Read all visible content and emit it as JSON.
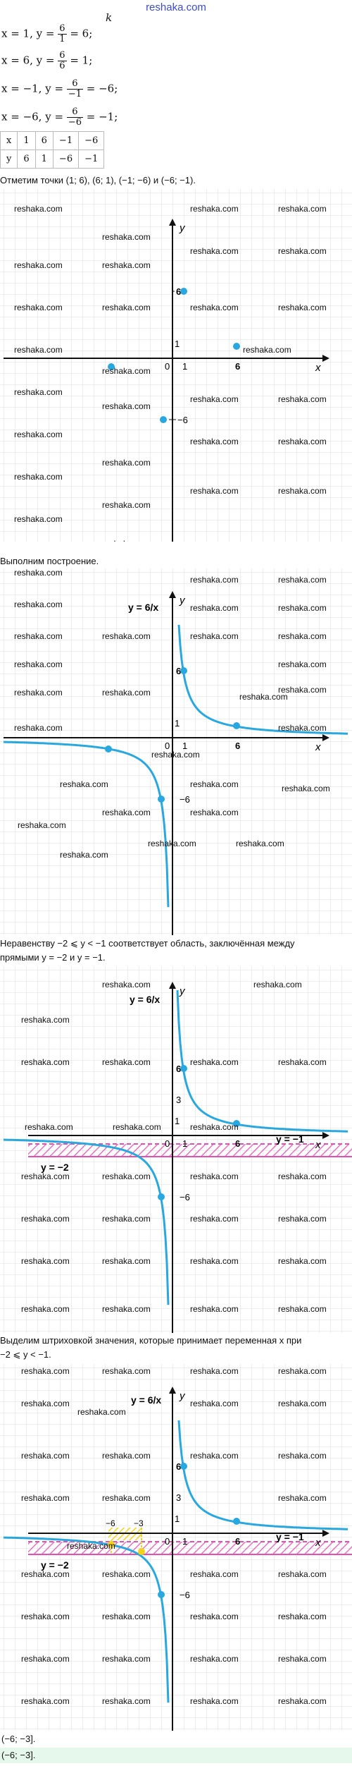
{
  "site": "reshaka.com",
  "watermark": "reshaka.com",
  "top_k": "k",
  "equations": [
    {
      "lhs": "x = 1, y =",
      "num": "6",
      "den": "1",
      "rhs": "= 6;"
    },
    {
      "lhs": "x = 6, y =",
      "num": "6",
      "den": "6",
      "rhs": "= 1;"
    },
    {
      "lhs": "x = −1, y =",
      "num": "6",
      "den": "−1",
      "rhs": "= −6;"
    },
    {
      "lhs": "x = −6, y =",
      "num": "6",
      "den": "−6",
      "rhs": "= −1;"
    }
  ],
  "table": {
    "row_x": [
      "x",
      "1",
      "6",
      "−1",
      "−6"
    ],
    "row_y": [
      "y",
      "6",
      "1",
      "−6",
      "−1"
    ]
  },
  "text_points": "Отметим точки (1; 6), (6; 1), (−1; −6) и (−6; −1).",
  "text_build": "Выполним построение.",
  "text_ineq_1": "Неравенству −2 ⩽ y < −1 соответствует область, заключённая между",
  "text_ineq_2": "прямыми y = −2 и y = −1.",
  "text_hatch_1": "Выделим штриховкой значения, которые принимает переменная x при",
  "text_hatch_2": "−2 ⩽ y < −1.",
  "answer_1": "(−6; −3].",
  "answer_2": "(−6; −3].",
  "graph_labels": {
    "x_axis": "x",
    "y_axis": "y",
    "origin": "0",
    "one": "1",
    "six": "6",
    "neg_six": "−6",
    "three": "3",
    "neg_three": "−3",
    "curve_label": "y = 6/x",
    "line_neg1": "y = −1",
    "line_neg2": "y = −2"
  },
  "colors": {
    "curve": "#29a8e0",
    "points": "#29a8e0",
    "hatch": "#e34fb2",
    "highlight": "#f3d21a",
    "grid": "#dddddd",
    "answer_bg": "#e6f7ec",
    "link": "#3a4bd8"
  },
  "chart_data": [
    {
      "type": "scatter",
      "title": "",
      "points": [
        {
          "x": 1,
          "y": 6
        },
        {
          "x": 6,
          "y": 1
        },
        {
          "x": -1,
          "y": -6
        },
        {
          "x": -6,
          "y": -1
        }
      ],
      "grid": true
    },
    {
      "type": "line",
      "title": "",
      "function": "y = 6/x",
      "points": [
        {
          "x": 1,
          "y": 6
        },
        {
          "x": 6,
          "y": 1
        },
        {
          "x": -1,
          "y": -6
        },
        {
          "x": -6,
          "y": -1
        }
      ],
      "grid": true
    },
    {
      "type": "line",
      "title": "",
      "function": "y = 6/x",
      "lines": [
        {
          "y": -1,
          "label": "y = −1"
        },
        {
          "y": -2,
          "label": "y = −2"
        }
      ],
      "shaded_band": [
        -2,
        -1
      ],
      "grid": true
    },
    {
      "type": "line",
      "title": "",
      "function": "y = 6/x",
      "lines": [
        {
          "y": -1,
          "label": "y = −1"
        },
        {
          "y": -2,
          "label": "y = −2"
        }
      ],
      "shaded_band": [
        -2,
        -1
      ],
      "x_interval": [
        -6,
        -3
      ],
      "grid": true
    }
  ]
}
